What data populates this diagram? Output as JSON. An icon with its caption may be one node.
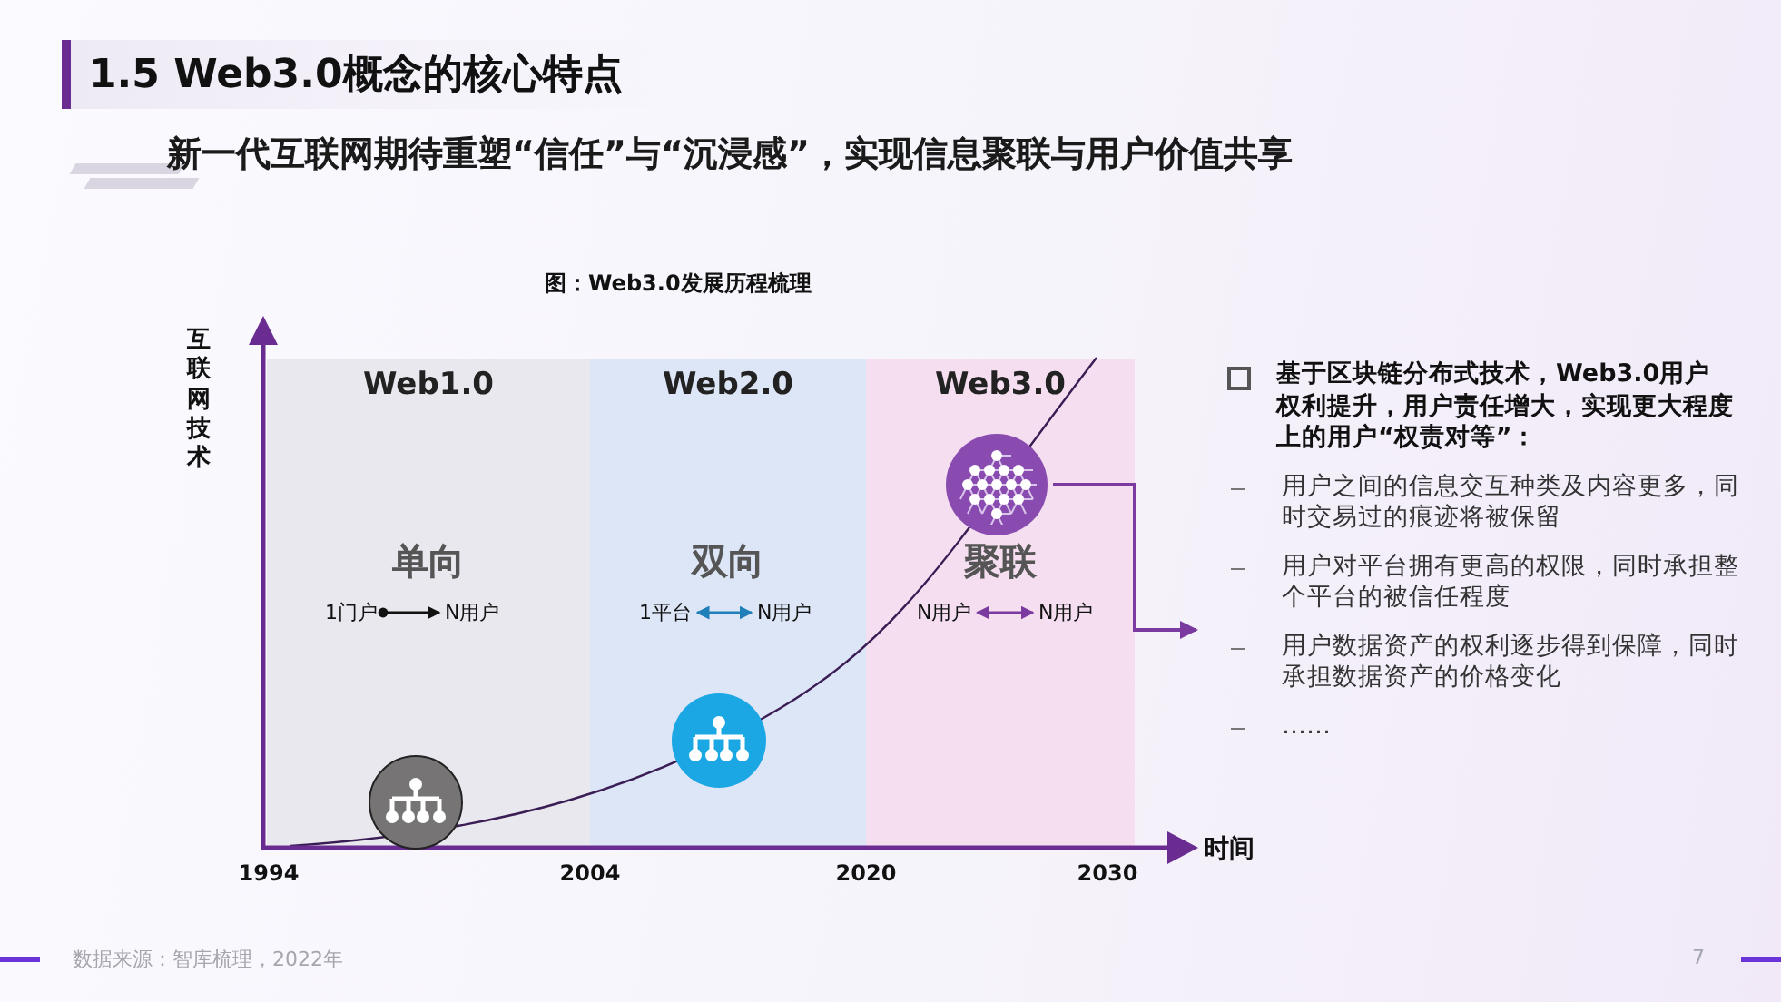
{
  "diagram": {
    "title": "1.5 Web3.0概念的核心特点",
    "nodes": [
      {
        "text": [
          "Web1.0",
          "单向"
        ]
      },
      {
        "text": [
          "1门户"
        ],
        "in": 0
      },
      {
        "text": [
          "N用户"
        ],
        "in": 0
      },
      {
        "text": [],
        "shape": "circle",
        "in": 0
      },
      {
        "text": [
          "Web2.0",
          "双向"
        ]
      },
      {
        "text": [
          "1平台"
        ],
        "in": 4
      },
      {
        "text": [
          "N用户"
        ],
        "in": 4
      },
      {
        "text": [],
        "shape": "circle",
        "in": 4
      },
      {
        "text": [
          "Web3.0",
          "聚联"
        ]
      },
      {
        "text": [
          "N用户"
        ],
        "in": 8
      },
      {
        "text": [
          "N用户"
        ],
        "in": 8
      },
      {
        "text": [],
        "shape": "circle",
        "in": 8
      },
      {
        "text": [
          "基于区块链分布式技术，Web3.0用户权利提升，用户责任增大，实现更大程度上的用户“权责对等”：",
          "用户之间的信息交互种类及内容更多，同时交易过的痕迹将被保留",
          "用户对平台拥有更高的权限，同时承担整个平台的被信任程度",
          "用户数据资产的权利逐步得到保障，同时承担数据资产的价格变化",
          "……"
        ]
      }
    ],
    "edges": [
      {
        "from": 1,
        "to": 2,
        "arrow": "to",
        "color": "#111111"
      },
      {
        "from": 5,
        "to": 6,
        "arrow": "both",
        "color": "#1f7fb8"
      },
      {
        "from": 9,
        "to": 10,
        "arrow": "both"
      },
      {
        "from": 11,
        "to": 12,
        "arrow": "to"
      }
    ],
    "labels": [
      "新一代互联网期待重塑“信任”与“沉浸感”，实现信息聚联与用户价值共享",
      "图：Web3.0发展历程梳理",
      "互联网技术",
      "时间",
      "1994",
      "2004",
      "2020",
      "2030",
      "数据来源：智库梳理，2022年",
      "7"
    ]
  }
}
